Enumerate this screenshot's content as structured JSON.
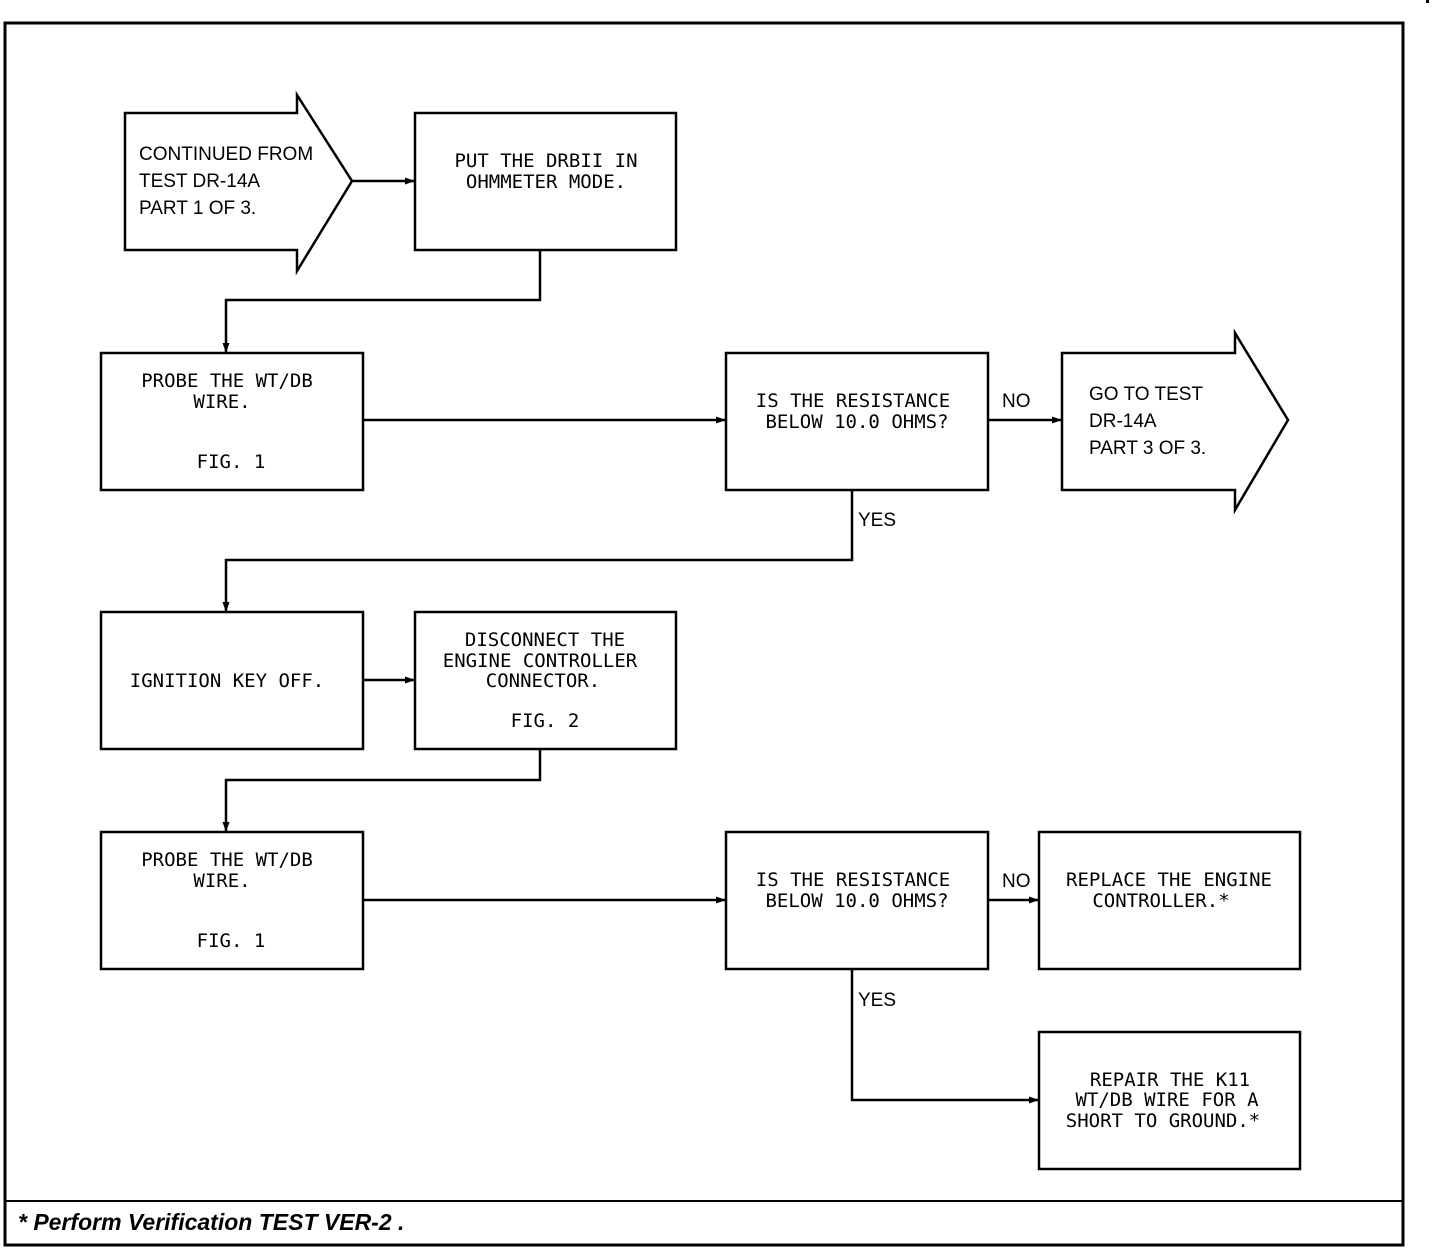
{
  "flowchart": {
    "start": [
      "CONTINUED FROM",
      "TEST DR-14A",
      "PART 1 OF 3."
    ],
    "step_drbii": [
      "PUT THE DRBII IN",
      "OHMMETER MODE."
    ],
    "probe_1": [
      "PROBE THE WT/DB",
      "WIRE."
    ],
    "probe_1_fig": "FIG. 1",
    "decision_1": [
      "IS THE RESISTANCE",
      "BELOW 10.0 OHMS?"
    ],
    "goto": [
      "GO TO TEST",
      "DR-14A",
      "PART 3 OF 3."
    ],
    "ignition": "IGNITION KEY OFF.",
    "disconnect": [
      "DISCONNECT THE",
      "ENGINE CONTROLLER",
      "CONNECTOR."
    ],
    "disconnect_fig": "FIG. 2",
    "probe_2": [
      "PROBE THE WT/DB",
      "WIRE."
    ],
    "probe_2_fig": "FIG. 1",
    "decision_2": [
      "IS THE RESISTANCE",
      "BELOW 10.0 OHMS?"
    ],
    "replace": [
      "REPLACE THE ENGINE",
      "CONTROLLER.*"
    ],
    "repair": [
      "REPAIR THE K11",
      "WT/DB WIRE FOR A",
      "SHORT TO GROUND.*"
    ],
    "no_label": "NO",
    "yes_label": "YES"
  },
  "footer": "* Perform Verification TEST VER-2 ."
}
